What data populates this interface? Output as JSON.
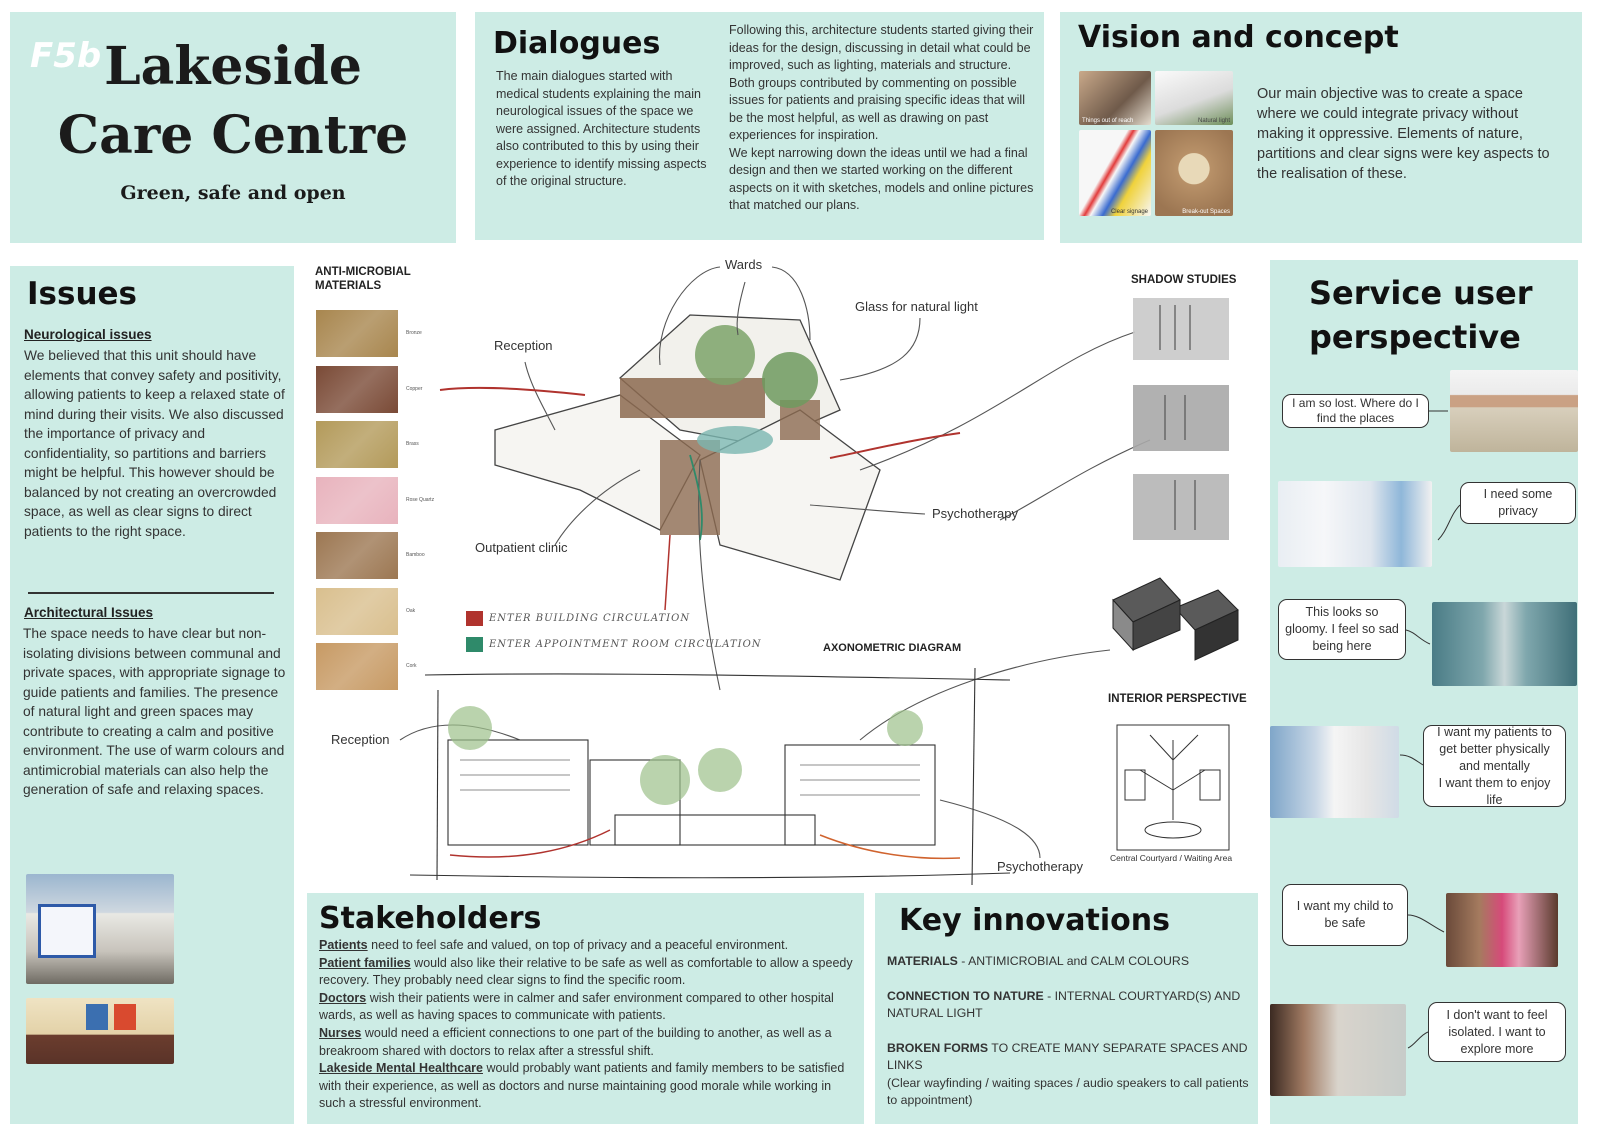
{
  "title": {
    "badge": "F5b",
    "line1": "Lakeside",
    "line2": "Care Centre",
    "tagline": "Green, safe and open"
  },
  "dialogues": {
    "heading": "Dialogues",
    "left_text": "The main dialogues started with medical students explaining the main neurological issues of the space we were assigned. Architecture students also contributed to this by using their experience to identify missing aspects of the original structure.",
    "right_text": "Following this, architecture students started giving their ideas for the design, discussing in detail what could be improved, such as lighting, materials and structure. Both groups contributed by commenting on possible issues for patients and praising specific ideas that will be the most helpful, as well as drawing on past experiences for inspiration.\nWe kept narrowing down the ideas until we had a final design and then we started working on the different aspects on it with sketches, models and online pictures that matched our plans."
  },
  "vision": {
    "heading": "Vision and concept",
    "text": "Our main objective was to create a space where we could integrate privacy without making it oppressive. Elements of nature, partitions and clear signs were key aspects to the realisation of these.",
    "image_captions": [
      "Things out of reach",
      "Natural light",
      "Clear signage",
      "Break-out Spaces"
    ]
  },
  "issues": {
    "heading": "Issues",
    "neuro_title": "Neurological issues",
    "neuro_text": "We believed that this unit should have elements that convey safety and positivity, allowing patients to keep a relaxed state of mind during their visits. We also discussed the importance of privacy and confidentiality, so partitions and barriers might be helpful. This however should be balanced by not creating an overcrowded space, as well as clear signs to direct patients to the right space.",
    "arch_title": "Architectural Issues",
    "arch_text": "The space needs to have clear but non-isolating divisions between communal and private spaces, with appropriate signage to guide patients and families. The presence of natural light and green spaces may contribute to creating a calm and positive environment. The use of warm colours and antimicrobial materials can also help the generation of safe and relaxing spaces."
  },
  "materials": {
    "title_line1": "ANTI-MICROBIAL",
    "title_line2": "MATERIALS",
    "items": [
      {
        "name": "Bronze",
        "color": "#a8864e"
      },
      {
        "name": "Copper",
        "color": "#7a4a36"
      },
      {
        "name": "Brass",
        "color": "#b39a5a"
      },
      {
        "name": "Rose Quartz",
        "color": "#e8b3bd"
      },
      {
        "name": "Bamboo",
        "color": "#9c7752"
      },
      {
        "name": "Oak",
        "color": "#d9bf8e"
      },
      {
        "name": "Cork",
        "color": "#c79a64"
      }
    ]
  },
  "diagram": {
    "labels": {
      "wards": "Wards",
      "glass": "Glass for natural light",
      "reception_top": "Reception",
      "psychotherapy_top": "Psychotherapy",
      "outpatient": "Outpatient clinic",
      "legend_red": "ENTER BUILDING CIRCULATION",
      "legend_green": "ENTER APPOINTMENT ROOM CIRCULATION",
      "axonometric": "AXONOMETRIC DIAGRAM",
      "reception_bottom": "Reception",
      "psychotherapy_bottom": "Psychotherapy",
      "shadow_studies": "SHADOW STUDIES",
      "interior_perspective": "INTERIOR PERSPECTIVE",
      "courtyard_caption": "Central Courtyard / Waiting Area"
    },
    "colors": {
      "red": "#b0332e",
      "green": "#2f8a6a"
    }
  },
  "stakeholders": {
    "heading": "Stakeholders",
    "rows": [
      {
        "label": "Patients",
        "text": " need to feel safe and valued, on top of privacy and a peaceful environment."
      },
      {
        "label": "Patient families",
        "text": " would also like their relative to be safe as well as comfortable to allow a speedy recovery. They probably need clear signs to find the specific room."
      },
      {
        "label": "Doctors",
        "text": " wish their patients were in calmer and safer environment compared to other hospital wards, as well as having spaces to communicate with patients."
      },
      {
        "label": "Nurses",
        "text": " would need a efficient connections to one part of the building to another, as well as a breakroom shared with doctors to relax after a stressful shift."
      },
      {
        "label": "Lakeside Mental Healthcare",
        "text": " would probably want patients and family members to be satisfied with their experience, as well as doctors and nurse maintaining good morale while working in such a stressful environment."
      }
    ]
  },
  "innovations": {
    "heading": "Key innovations",
    "items": [
      {
        "key": "MATERIALS",
        "text": " - ANTIMICROBIAL and CALM COLOURS"
      },
      {
        "key": "CONNECTION TO NATURE",
        "text": " - INTERNAL COURTYARD(S) AND NATURAL LIGHT"
      },
      {
        "key": "BROKEN FORMS",
        "text": " TO CREATE MANY SEPARATE SPACES AND LINKS\n(Clear wayfinding / waiting spaces / audio speakers to call patients to appointment)"
      }
    ]
  },
  "service_user": {
    "heading_line1": "Service user",
    "heading_line2": "perspective",
    "bubbles": [
      "I am so lost. Where do I find the places",
      "I need some privacy",
      "This looks so gloomy. I feel so sad being here",
      "I want my patients to get better physically and mentally\nI want them to enjoy life",
      "I want my child to be safe",
      "I don't want to feel isolated. I want to explore more"
    ]
  },
  "colors": {
    "panel": "#cdece5",
    "background": "#ffffff"
  }
}
